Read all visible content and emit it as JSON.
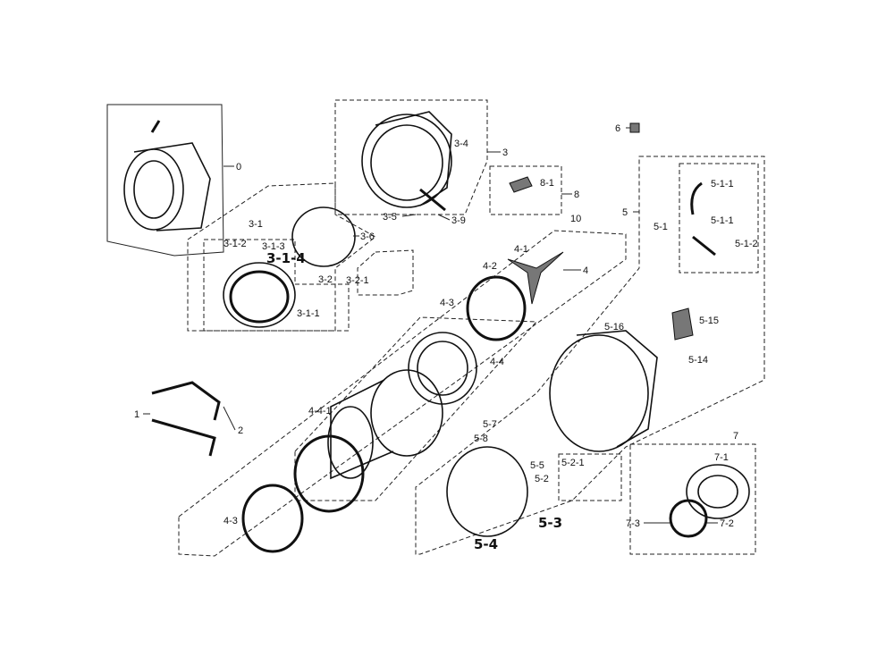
{
  "diagram": {
    "type": "exploded-parts-diagram",
    "labels": {
      "l0": "0",
      "l3": "3",
      "l3_4": "3-4",
      "l3_5": "3-5",
      "l3_9": "3-9",
      "l3_6": "3-6",
      "l3_1": "3-1",
      "l3_1_2": "3-1-2",
      "l3_1_3": "3-1-3",
      "l3_1_4": "3-1-4",
      "l3_2": "3-2",
      "l3_2_1": "3-2-1",
      "l3_1_1": "3-1-1",
      "l1": "1",
      "l2": "2",
      "l6": "6",
      "l8": "8",
      "l8_1": "8-1",
      "l10": "10",
      "l4_1": "4-1",
      "l4_2": "4-2",
      "l4": "4",
      "l4_3a": "4-3",
      "l4_4": "4-4",
      "l4_4_1": "4-4-1",
      "l4_3b": "4-3",
      "l5": "5",
      "l5_1": "5-1",
      "l5_1_1a": "5-1-1",
      "l5_1_1b": "5-1-1",
      "l5_1_2": "5-1-2",
      "l5_15": "5-15",
      "l5_16": "5-16",
      "l5_14": "5-14",
      "l5_7": "5-7",
      "l5_8": "5-8",
      "l5_5": "5-5",
      "l5_2_1": "5-2-1",
      "l5_2": "5-2",
      "l5_3": "5-3",
      "l5_4": "5-4",
      "l7": "7",
      "l7_1": "7-1",
      "l7_2": "7-2",
      "l7_3": "7-3"
    }
  }
}
